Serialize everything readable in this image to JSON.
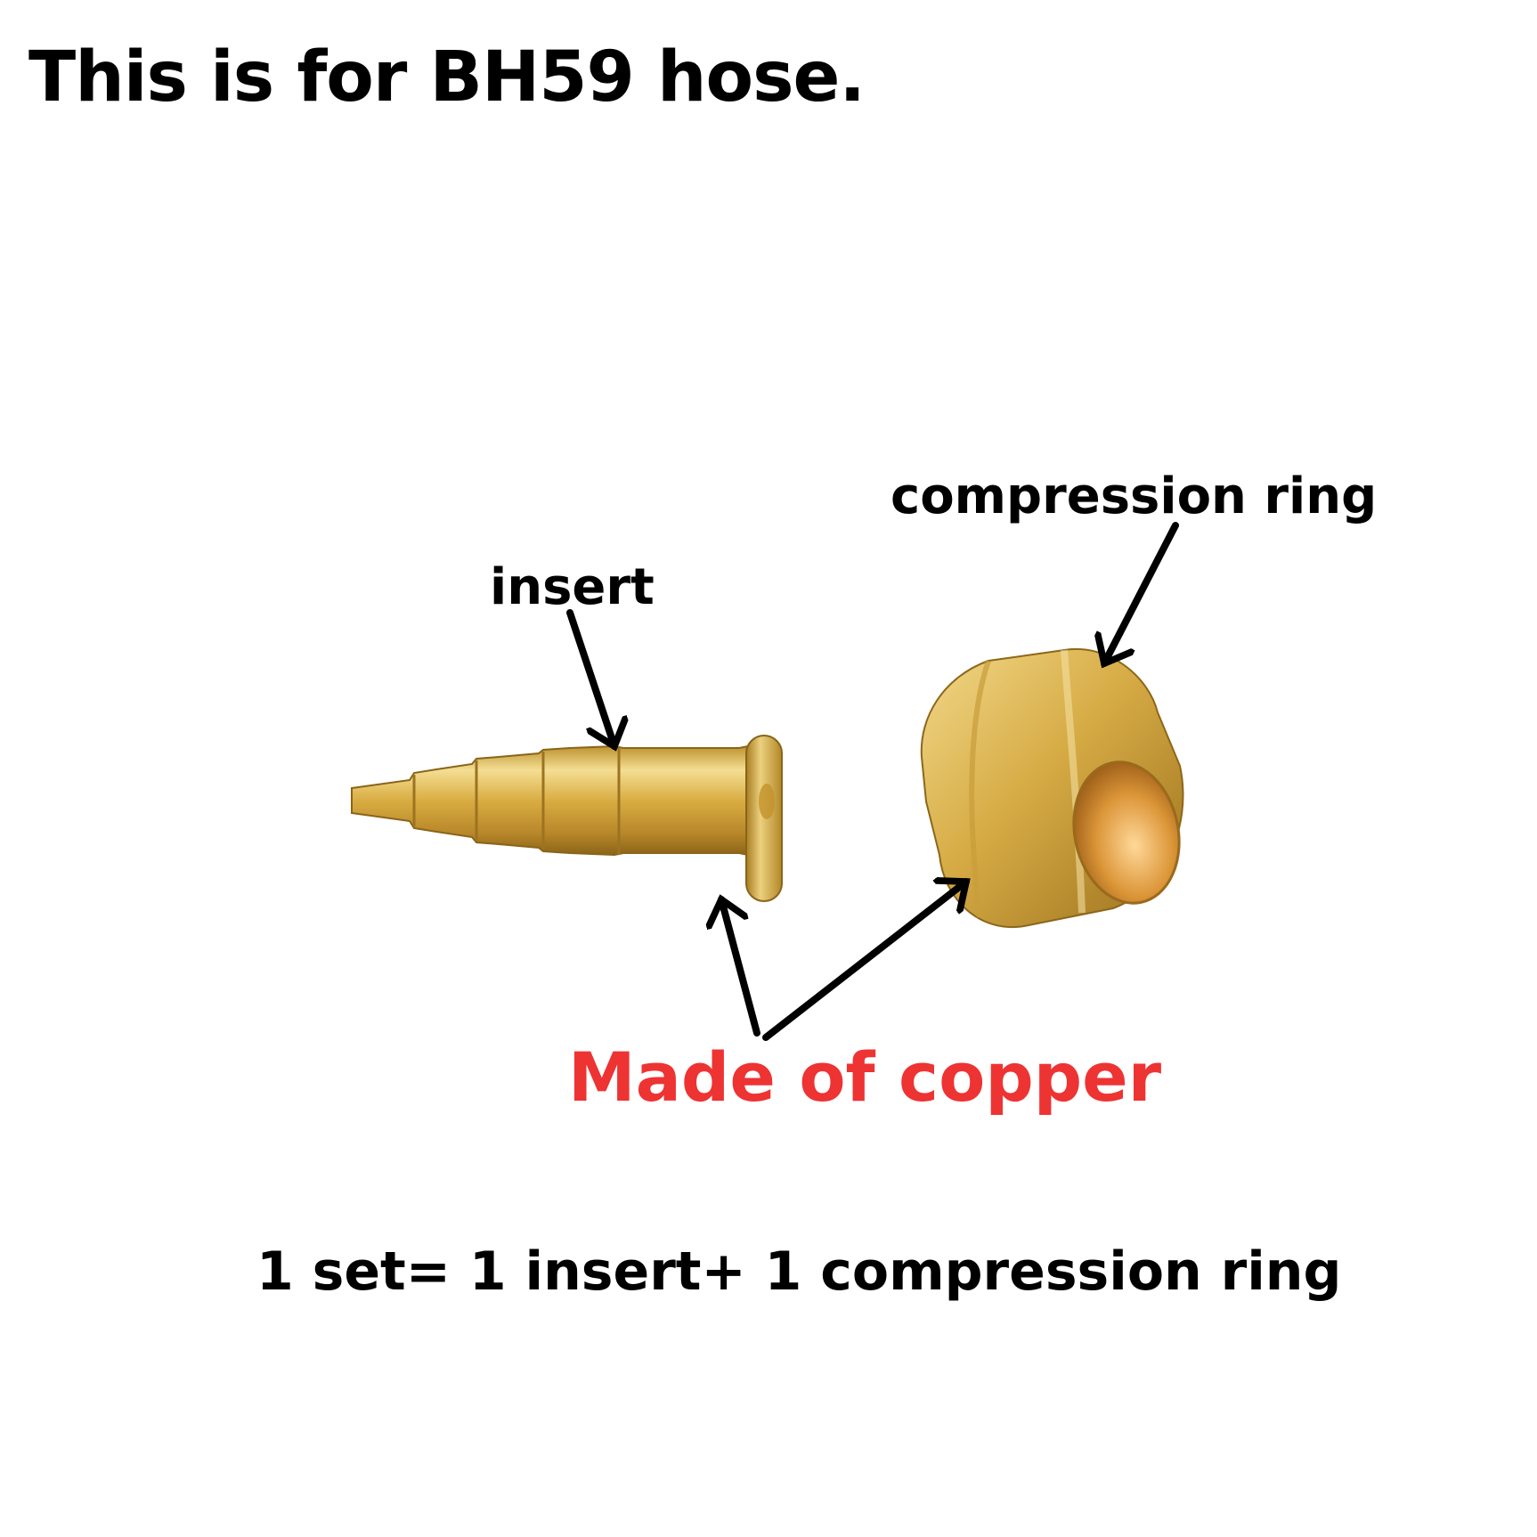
{
  "title": "This is for BH59 hose.",
  "labels": {
    "compression_ring": "compression ring",
    "insert": "insert",
    "material": "Made of copper"
  },
  "footer": "1 set= 1 insert+ 1 compression ring",
  "colors": {
    "background": "#ffffff",
    "text": "#000000",
    "material_text": "#ee3333",
    "brass_light": "#f3dc8c",
    "brass_mid": "#d7ae43",
    "brass_dark": "#8b6418",
    "copper_inner": "#d08a2a"
  }
}
